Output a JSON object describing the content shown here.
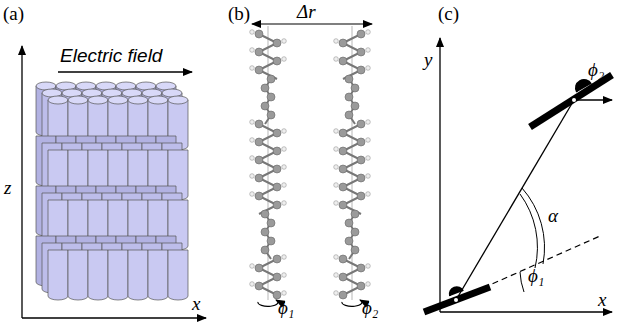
{
  "diagram": {
    "labels": [
      "(a)",
      "Electric field",
      "z",
      "x",
      "(b)",
      "Δr",
      "ϕ₁",
      "ϕ₂",
      "(c)",
      "y",
      "ϕ₂",
      "α",
      "ϕ₁",
      "x"
    ]
  }
}
